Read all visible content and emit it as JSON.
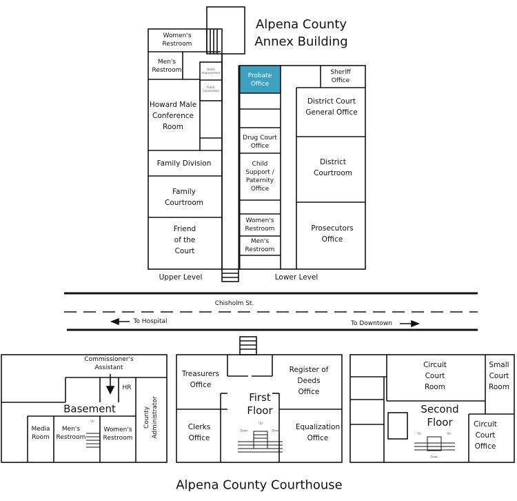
{
  "annex": {
    "title": "Alpena County\nAnnex Building",
    "upper_label": "Upper Level",
    "lower_label": "Lower Level",
    "highlight_color": "#3fa0c0",
    "rooms": {
      "womens_restroom": "Women's\nRestroom",
      "mens_restroom": "Men's\nRestroom",
      "home_improvement": "Home\nImprovement",
      "public_conservator": "Public\nConservator",
      "howard_male": "Howard Male\nConference\nRoom",
      "family_division": "Family Division",
      "family_courtroom": "Family\nCourtroom",
      "friend_of_court": "Friend\nof the\nCourt",
      "probate": "Probate\nOffice",
      "drug_court": "Drug Court\nOffice",
      "child_support": "Child\nSupport /\nPaternity\nOffice",
      "womens_restroom_lower": "Women's\nRestroom",
      "mens_restroom_lower": "Men's\nRestroom",
      "sheriff": "Sheriff\nOffice",
      "district_general": "District Court\nGeneral Office",
      "district_courtroom": "District\nCourtroom",
      "prosecutors": "Prosecutors\nOffice"
    }
  },
  "street": {
    "name": "Chisholm St.",
    "left_direction": "To Hospital",
    "right_direction": "To Downtown"
  },
  "courthouse": {
    "title": "Alpena County Courthouse",
    "basement": {
      "name": "Basement",
      "commissioners_assistant": "Commissioner's\nAssistant",
      "hr": "HR",
      "county_administrator": "County\nAdministrator",
      "media_room": "Media\nRoom",
      "mens_restroom": "Men's\nRestroom",
      "womens_restroom": "Women's\nRestroom",
      "stair_up": "Up"
    },
    "first_floor": {
      "name": "First\nFloor",
      "treasurers": "Treasurers\nOffice",
      "register_of_deeds": "Register of\nDeeds\nOffice",
      "clerks": "Clerks\nOffice",
      "equalization": "Equalization\nOffice",
      "stair_up": "Up",
      "stair_down_left": "Down",
      "stair_down_right": "Down"
    },
    "second_floor": {
      "name": "Second\nFloor",
      "circuit_court_room": "Circuit\nCourt\nRoom",
      "small_court_room": "Small\nCourt\nRoom",
      "circuit_court_office": "Circuit\nCourt\nOffice",
      "stair_up_left": "Up",
      "stair_up_right": "Up",
      "stair_down": "Down"
    }
  }
}
